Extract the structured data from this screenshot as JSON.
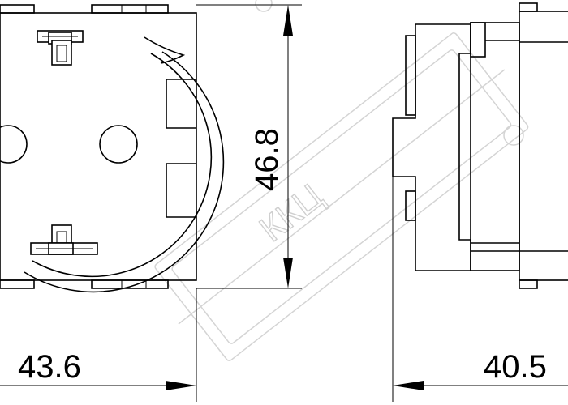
{
  "dimensions": {
    "height": "46.8",
    "front_width": "43.6",
    "side_depth": "40.5"
  },
  "watermark": {
    "text": "ККЦ"
  },
  "colors": {
    "line": "#000000",
    "background": "#ffffff",
    "watermark": "#d0d0d0"
  }
}
